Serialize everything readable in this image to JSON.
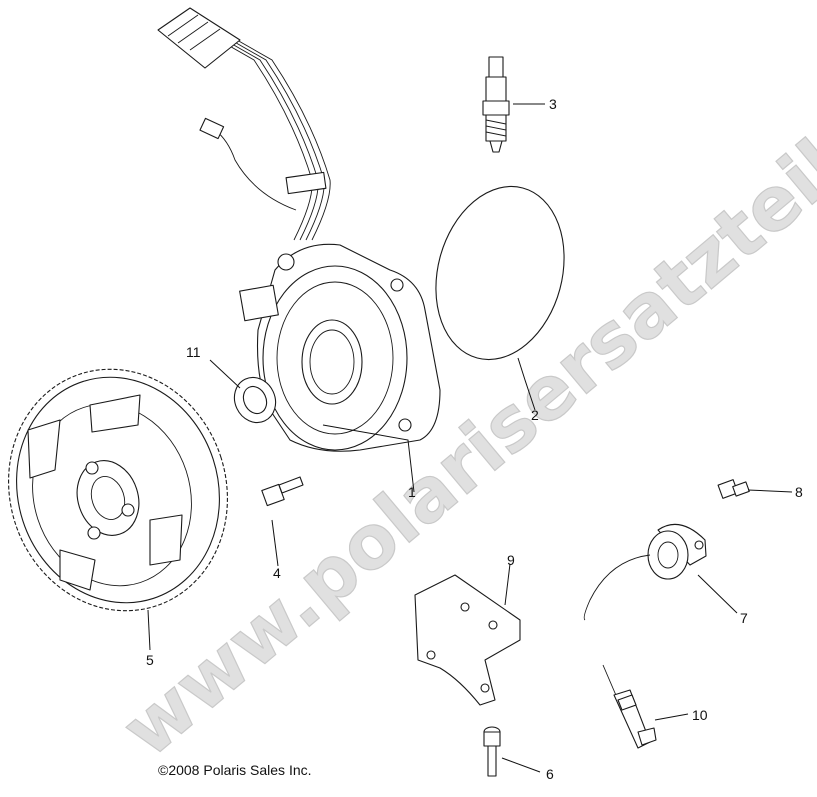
{
  "diagram": {
    "watermark": "www.polarisersatzteile.de",
    "copyright": "©2008 Polaris Sales Inc.",
    "callouts": [
      "1",
      "2",
      "3",
      "4",
      "5",
      "6",
      "7",
      "8",
      "9",
      "10",
      "11"
    ]
  }
}
